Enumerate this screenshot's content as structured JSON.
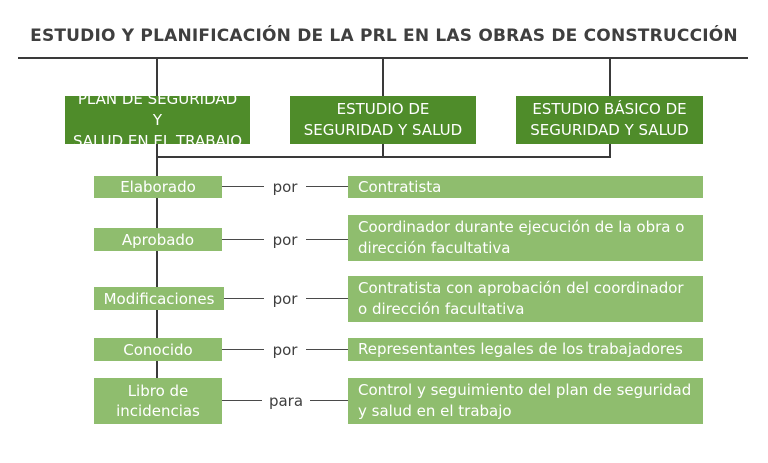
{
  "title": "ESTUDIO Y PLANIFICACIÓN DE LA PRL EN LAS OBRAS DE CONSTRUCCIÓN",
  "documents": [
    "PLAN DE SEGURIDAD Y\nSALUD EN EL TRABAJO",
    "ESTUDIO DE\nSEGURIDAD Y SALUD",
    "ESTUDIO BÁSICO DE\nSEGURIDAD Y SALUD"
  ],
  "rows": [
    {
      "label": "Elaborado",
      "connector": "por",
      "description": "Contratista"
    },
    {
      "label": "Aprobado",
      "connector": "por",
      "description": "Coordinador durante ejecución de la obra o dirección facultativa"
    },
    {
      "label": "Modificaciones",
      "connector": "por",
      "description": "Contratista con aprobación del coordinador o dirección facultativa"
    },
    {
      "label": "Conocido",
      "connector": "por",
      "description": "Representantes legales de los trabajadores"
    },
    {
      "label": "Libro de incidencias",
      "connector": "para",
      "description": "Control y seguimiento del plan de seguridad y salud en el trabajo"
    }
  ],
  "colors": {
    "dark_green": "#4f8c2a",
    "light_green": "#8fbd6e",
    "text_dark": "#3f3f3f",
    "lines": "#3a3a3a"
  }
}
